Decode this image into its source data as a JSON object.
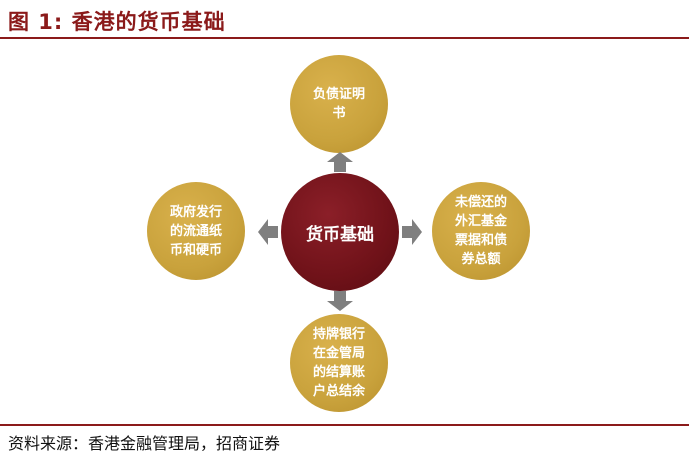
{
  "figure": {
    "title": "图 1:  香港的货币基础",
    "center_label": "货币基础",
    "nodes": {
      "top": "负债证明书",
      "left": "政府发行的流通纸币和硬币",
      "right": "未偿还的外汇基金票据和债券总额",
      "bottom": "持牌银行在金管局的结算账户总结余"
    },
    "source": "资料来源：香港金融管理局，招商证券"
  },
  "colors": {
    "accent": "#8b1a1a",
    "gold": "#c9a23c",
    "center": "#701219",
    "arrow": "#7f7f7f"
  }
}
